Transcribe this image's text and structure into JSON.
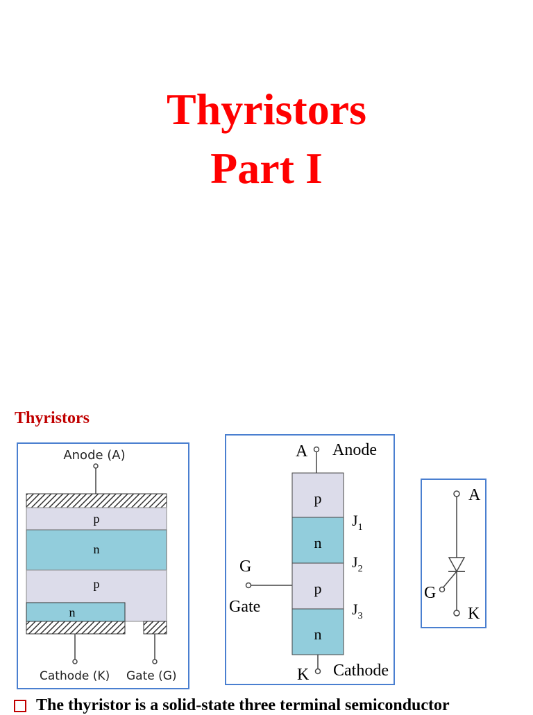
{
  "title": {
    "line1": "Thyristors",
    "line2": "Part I"
  },
  "section_heading": "Thyristors",
  "structure_diagram": {
    "anode_label": "Anode (A)",
    "layers": [
      "p",
      "n",
      "p",
      "n"
    ],
    "cathode_label": "Cathode (K)",
    "gate_label": "Gate (G)"
  },
  "layer_diagram": {
    "anode_letter": "A",
    "anode_label": "Anode",
    "layers": [
      "p",
      "n",
      "p",
      "n"
    ],
    "junction_letter": "J",
    "junctions": [
      "1",
      "2",
      "3"
    ],
    "gate_letter": "G",
    "gate_label": "Gate",
    "cathode_letter": "K",
    "cathode_label": "Cathode"
  },
  "symbol_diagram": {
    "anode": "A",
    "gate": "G",
    "cathode": "K"
  },
  "bullet_text": "The thyristor is a solid-state three terminal semiconductor",
  "colors": {
    "title": "#ff0000",
    "heading": "#c00000",
    "n_layer": "#92cddc",
    "p_layer": "#dcdcea",
    "panel_border": "#4a7fd0"
  }
}
